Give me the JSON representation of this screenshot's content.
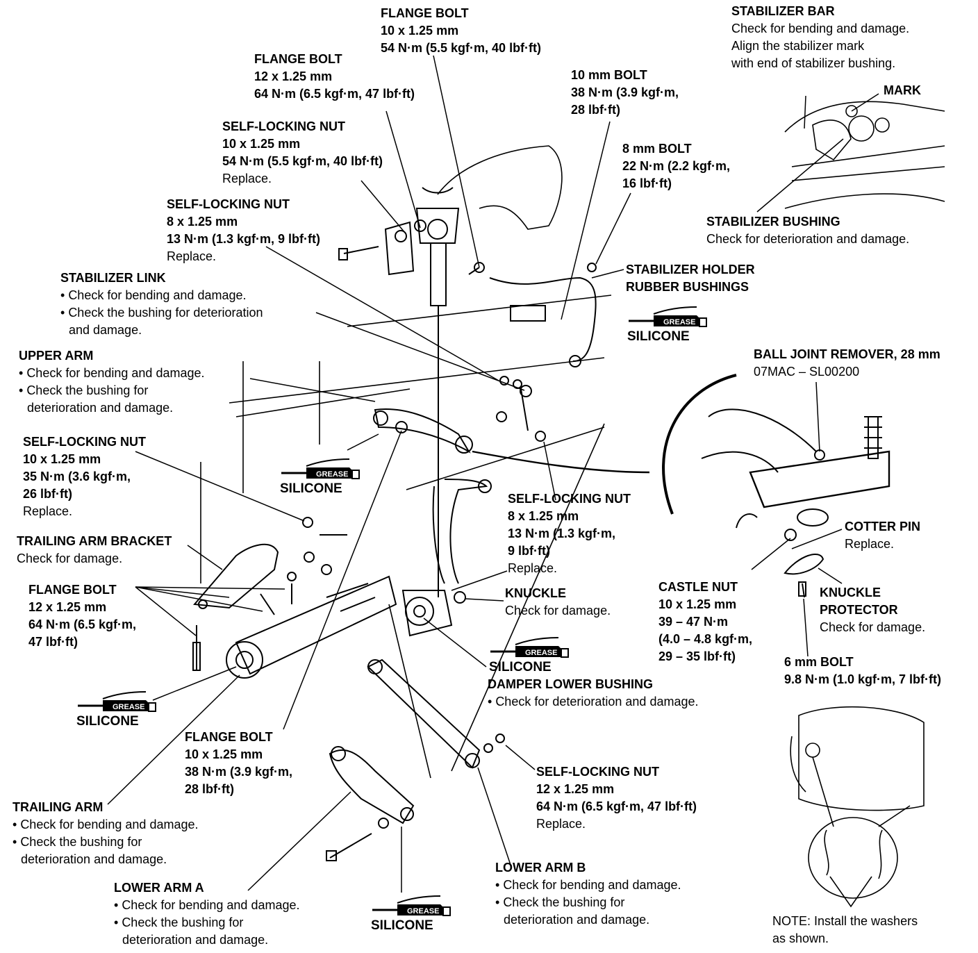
{
  "labels": {
    "flange_bolt_top": {
      "title": "FLANGE BOLT",
      "lines": [
        "10 x 1.25 mm",
        "54 N·m (5.5 kgf·m, 40 lbf·ft)"
      ]
    },
    "flange_bolt_12": {
      "title": "FLANGE BOLT",
      "lines": [
        "12 x 1.25 mm",
        "64 N·m (6.5 kgf·m, 47 lbf·ft)"
      ]
    },
    "self_locking_nut_10a": {
      "title": "SELF-LOCKING NUT",
      "lines": [
        "10 x 1.25 mm",
        "54 N·m (5.5 kgf·m, 40 lbf·ft)"
      ],
      "note": "Replace."
    },
    "self_locking_nut_8a": {
      "title": "SELF-LOCKING NUT",
      "lines": [
        "8 x 1.25 mm",
        "13 N·m (1.3 kgf·m, 9 lbf·ft)"
      ],
      "note": "Replace."
    },
    "bolt_10mm": {
      "title": "10 mm BOLT",
      "lines": [
        "38 N·m (3.9 kgf·m,",
        "28 lbf·ft)"
      ]
    },
    "bolt_8mm": {
      "title": "8 mm BOLT",
      "lines": [
        "22 N·m (2.2 kgf·m,",
        "16 lbf·ft)"
      ]
    },
    "stabilizer_bar": {
      "title": "STABILIZER BAR",
      "lines": [
        "Check for bending and damage.",
        "Align the stabilizer mark",
        "with end of stabilizer bushing."
      ]
    },
    "mark": {
      "title": "MARK"
    },
    "stabilizer_bushing": {
      "title": "STABILIZER BUSHING",
      "lines": [
        "Check for deterioration and damage."
      ]
    },
    "stabilizer_holder": {
      "title": "STABILIZER HOLDER",
      "title2": "RUBBER BUSHINGS"
    },
    "stabilizer_link": {
      "title": "STABILIZER LINK",
      "bullets": [
        "Check for bending and damage.",
        "Check the bushing for deterioration",
        "and damage."
      ]
    },
    "upper_arm": {
      "title": "UPPER ARM",
      "bullets": [
        "Check for bending and damage.",
        "Check the bushing for"
      ],
      "cont": "deterioration and damage."
    },
    "self_locking_nut_10b": {
      "title": "SELF-LOCKING NUT",
      "lines": [
        "10 x 1.25 mm",
        "35 N·m (3.6 kgf·m,",
        "26 lbf·ft)"
      ],
      "note": "Replace."
    },
    "trailing_arm_bracket": {
      "title": "TRAILING ARM BRACKET",
      "lines": [
        "Check for damage."
      ]
    },
    "flange_bolt_12b": {
      "title": "FLANGE BOLT",
      "lines": [
        "12 x 1.25 mm",
        "64 N·m (6.5 kgf·m,",
        "47 lbf·ft)"
      ]
    },
    "self_locking_nut_8b": {
      "title": "SELF-LOCKING NUT",
      "lines": [
        "8 x 1.25 mm",
        "13 N·m (1.3 kgf·m,",
        "9 lbf·ft)"
      ],
      "note": "Replace."
    },
    "knuckle": {
      "title": "KNUCKLE",
      "lines": [
        "Check for damage."
      ]
    },
    "ball_joint_remover": {
      "title": "BALL JOINT REMOVER, 28 mm",
      "lines": [
        "07MAC – SL00200"
      ]
    },
    "cotter_pin": {
      "title": "COTTER PIN",
      "lines": [
        "Replace."
      ]
    },
    "castle_nut": {
      "title": "CASTLE NUT",
      "lines": [
        "10 x 1.25 mm",
        "39 – 47 N·m",
        "(4.0 – 4.8 kgf·m,",
        "29 – 35 lbf·ft)"
      ]
    },
    "knuckle_protector": {
      "title": "KNUCKLE",
      "title2": "PROTECTOR",
      "lines": [
        "Check for damage."
      ]
    },
    "bolt_6mm": {
      "title": "6 mm BOLT",
      "lines": [
        "9.8 N·m (1.0 kgf·m, 7 lbf·ft)"
      ]
    },
    "damper_lower_bushing": {
      "title": "DAMPER LOWER BUSHING",
      "bullets": [
        "Check for deterioration and damage."
      ]
    },
    "flange_bolt_10b": {
      "title": "FLANGE BOLT",
      "lines": [
        "10 x 1.25 mm",
        "38 N·m (3.9 kgf·m,",
        "28 lbf·ft)"
      ]
    },
    "self_locking_nut_12": {
      "title": "SELF-LOCKING NUT",
      "lines": [
        "12 x 1.25 mm",
        "64 N·m (6.5 kgf·m, 47 lbf·ft)"
      ],
      "note": "Replace."
    },
    "trailing_arm": {
      "title": "TRAILING ARM",
      "bullets": [
        "Check for bending and damage.",
        "Check the bushing for"
      ],
      "cont": "deterioration and damage."
    },
    "lower_arm_a": {
      "title": "LOWER ARM A",
      "bullets": [
        "Check for bending and damage.",
        "Check the bushing for"
      ],
      "cont": "deterioration and damage."
    },
    "lower_arm_b": {
      "title": "LOWER ARM B",
      "bullets": [
        "Check for bending and damage.",
        "Check the bushing for"
      ],
      "cont": "deterioration and damage."
    },
    "note": {
      "lines": [
        "NOTE:  Install the washers",
        "as shown."
      ]
    }
  },
  "grease": {
    "tube_text": "GREASE",
    "caption": "SILICONE"
  }
}
